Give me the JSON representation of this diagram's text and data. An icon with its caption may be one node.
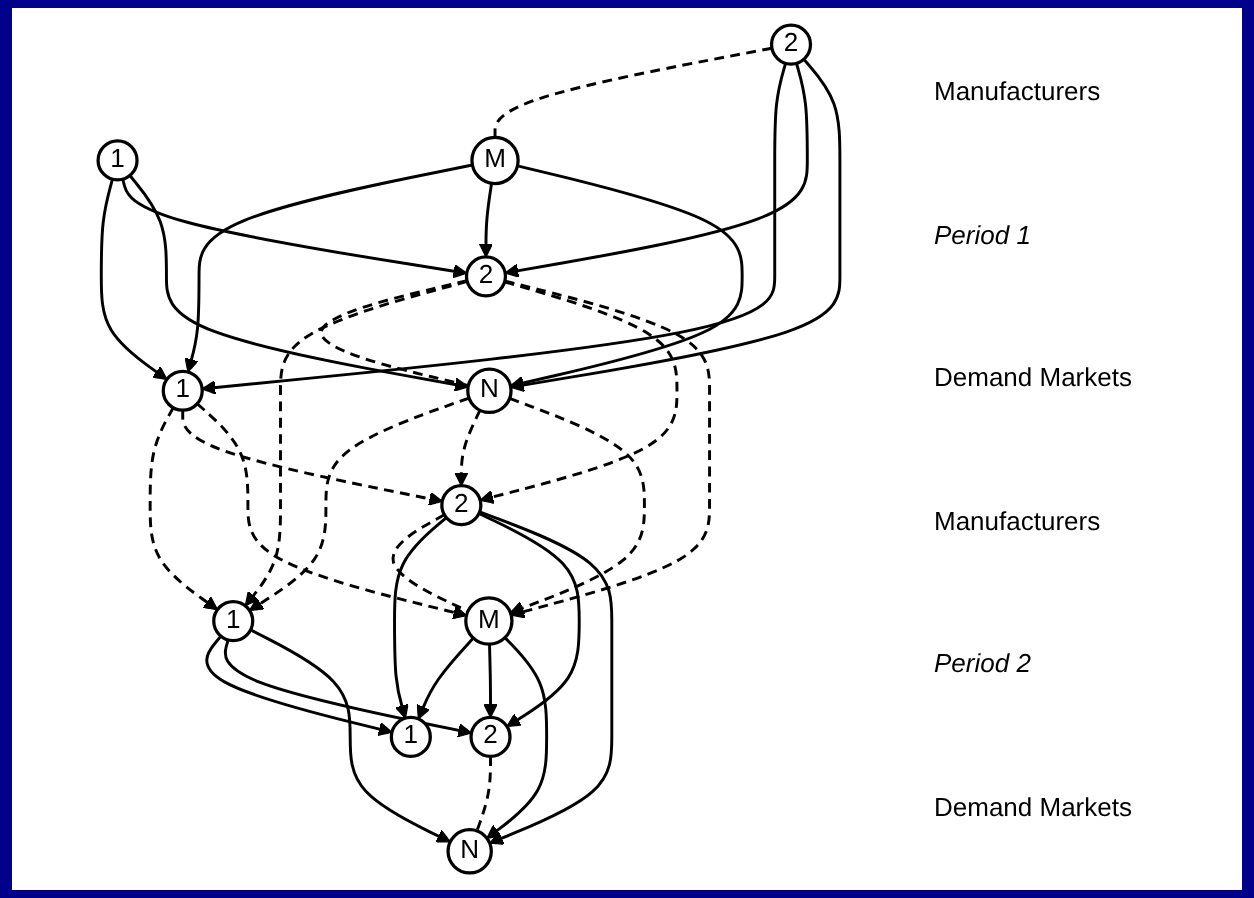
{
  "diagram": {
    "nodes": [
      {
        "text": [
          "1"
        ]
      },
      {
        "text": [
          "2"
        ]
      },
      {
        "text": [
          "M"
        ]
      },
      {
        "text": [
          "1"
        ]
      },
      {
        "text": [
          "2"
        ]
      },
      {
        "text": [
          "N"
        ]
      },
      {
        "text": [
          "1"
        ]
      },
      {
        "text": [
          "2"
        ]
      },
      {
        "text": [
          "M"
        ]
      },
      {
        "text": [
          "1"
        ]
      },
      {
        "text": [
          "2"
        ]
      },
      {
        "text": [
          "N"
        ]
      }
    ],
    "edges": [
      {
        "from": 1,
        "to": 2,
        "arrow": "none",
        "style": "dashed"
      },
      {
        "from": 0,
        "to": 3,
        "arrow": "to"
      },
      {
        "from": 0,
        "to": 4,
        "arrow": "to"
      },
      {
        "from": 0,
        "to": 5,
        "arrow": "to"
      },
      {
        "from": 1,
        "to": 3,
        "arrow": "to"
      },
      {
        "from": 1,
        "to": 4,
        "arrow": "to"
      },
      {
        "from": 1,
        "to": 5,
        "arrow": "to"
      },
      {
        "from": 2,
        "to": 3,
        "arrow": "to"
      },
      {
        "from": 2,
        "to": 4,
        "arrow": "to"
      },
      {
        "from": 2,
        "to": 5,
        "arrow": "to"
      },
      {
        "from": 4,
        "to": 5,
        "arrow": "none",
        "style": "dashed"
      },
      {
        "from": 3,
        "to": 6,
        "arrow": "to",
        "style": "dashed"
      },
      {
        "from": 3,
        "to": 7,
        "arrow": "to",
        "style": "dashed"
      },
      {
        "from": 3,
        "to": 8,
        "arrow": "to",
        "style": "dashed"
      },
      {
        "from": 4,
        "to": 6,
        "arrow": "to",
        "style": "dashed"
      },
      {
        "from": 4,
        "to": 7,
        "arrow": "to",
        "style": "dashed"
      },
      {
        "from": 4,
        "to": 8,
        "arrow": "to",
        "style": "dashed"
      },
      {
        "from": 5,
        "to": 6,
        "arrow": "to",
        "style": "dashed"
      },
      {
        "from": 5,
        "to": 7,
        "arrow": "to",
        "style": "dashed"
      },
      {
        "from": 5,
        "to": 8,
        "arrow": "to",
        "style": "dashed"
      },
      {
        "from": 7,
        "to": 8,
        "arrow": "none",
        "style": "dashed"
      },
      {
        "from": 6,
        "to": 9,
        "arrow": "to"
      },
      {
        "from": 6,
        "to": 10,
        "arrow": "to"
      },
      {
        "from": 6,
        "to": 11,
        "arrow": "to"
      },
      {
        "from": 7,
        "to": 9,
        "arrow": "to"
      },
      {
        "from": 7,
        "to": 10,
        "arrow": "to"
      },
      {
        "from": 7,
        "to": 11,
        "arrow": "to"
      },
      {
        "from": 8,
        "to": 9,
        "arrow": "to"
      },
      {
        "from": 8,
        "to": 10,
        "arrow": "to"
      },
      {
        "from": 8,
        "to": 11,
        "arrow": "to"
      },
      {
        "from": 10,
        "to": 11,
        "arrow": "none",
        "style": "dashed"
      }
    ],
    "labels": [
      "Manufacturers",
      "Period 1",
      "Demand Markets",
      "Manufacturers",
      "Period 2",
      "Demand Markets"
    ]
  }
}
